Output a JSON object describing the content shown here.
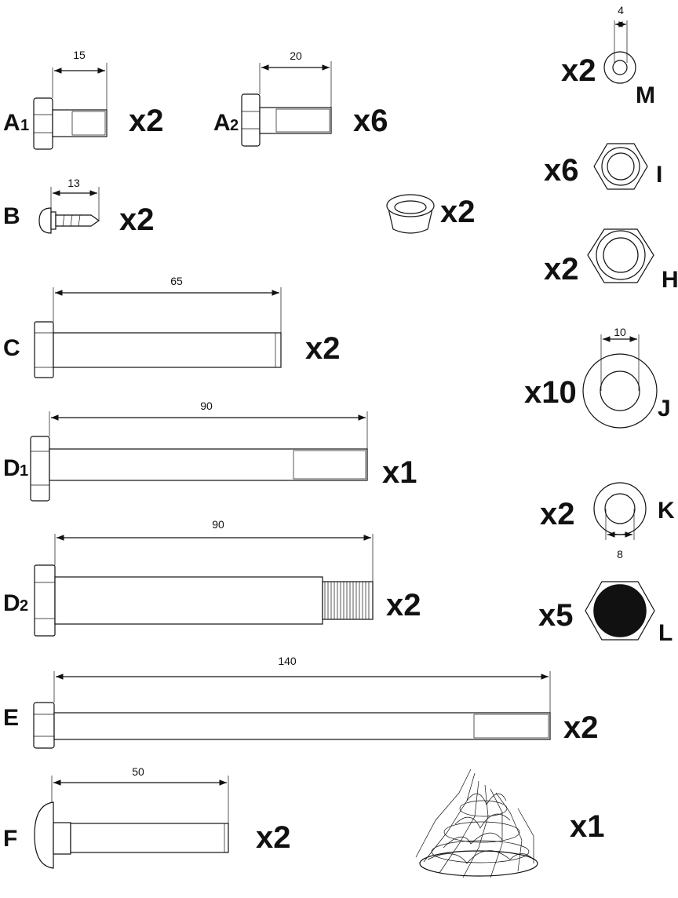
{
  "parts": {
    "A1": {
      "label": "A",
      "sub": "1",
      "qty": "x2",
      "dim": "15"
    },
    "A2": {
      "label": "A",
      "sub": "2",
      "qty": "x6",
      "dim": "20"
    },
    "B": {
      "label": "B",
      "qty": "x2",
      "dim": "13"
    },
    "cap": {
      "qty": "x2"
    },
    "C": {
      "label": "C",
      "qty": "x2",
      "dim": "65"
    },
    "D1": {
      "label": "D",
      "sub": "1",
      "qty": "x1",
      "dim": "90"
    },
    "D2": {
      "label": "D",
      "sub": "2",
      "qty": "x2",
      "dim": "90"
    },
    "E": {
      "label": "E",
      "qty": "x2",
      "dim": "140"
    },
    "F": {
      "label": "F",
      "qty": "x2",
      "dim": "50"
    },
    "net": {
      "qty": "x1"
    },
    "M": {
      "label": "M",
      "qty": "x2",
      "dim": "4"
    },
    "I": {
      "label": "I",
      "qty": "x6"
    },
    "H": {
      "label": "H",
      "qty": "x2"
    },
    "J": {
      "label": "J",
      "qty": "x10",
      "dim": "10"
    },
    "K": {
      "label": "K",
      "qty": "x2",
      "dim": "8"
    },
    "L": {
      "label": "L",
      "qty": "x5"
    }
  }
}
